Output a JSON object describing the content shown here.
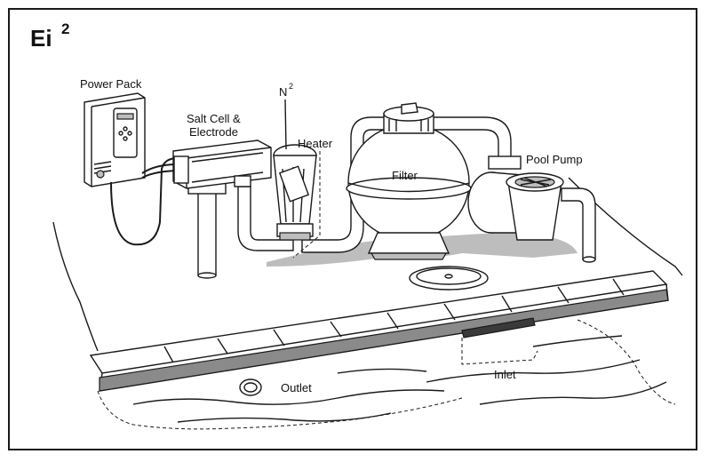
{
  "title": {
    "main": "Ei",
    "superscript": "2"
  },
  "labels": {
    "power_pack": "Power Pack",
    "salt_cell_line1": "Salt Cell &",
    "salt_cell_line2": "Electrode",
    "n2_main": "N",
    "n2_sup": "2",
    "heater": "Heater",
    "filter": "Filter",
    "pool_pump": "Pool Pump",
    "outlet": "Outlet",
    "inlet": "Inlet"
  },
  "colors": {
    "line": "#1a1a1a",
    "shadow": "#bdbdbd",
    "background": "#ffffff"
  }
}
